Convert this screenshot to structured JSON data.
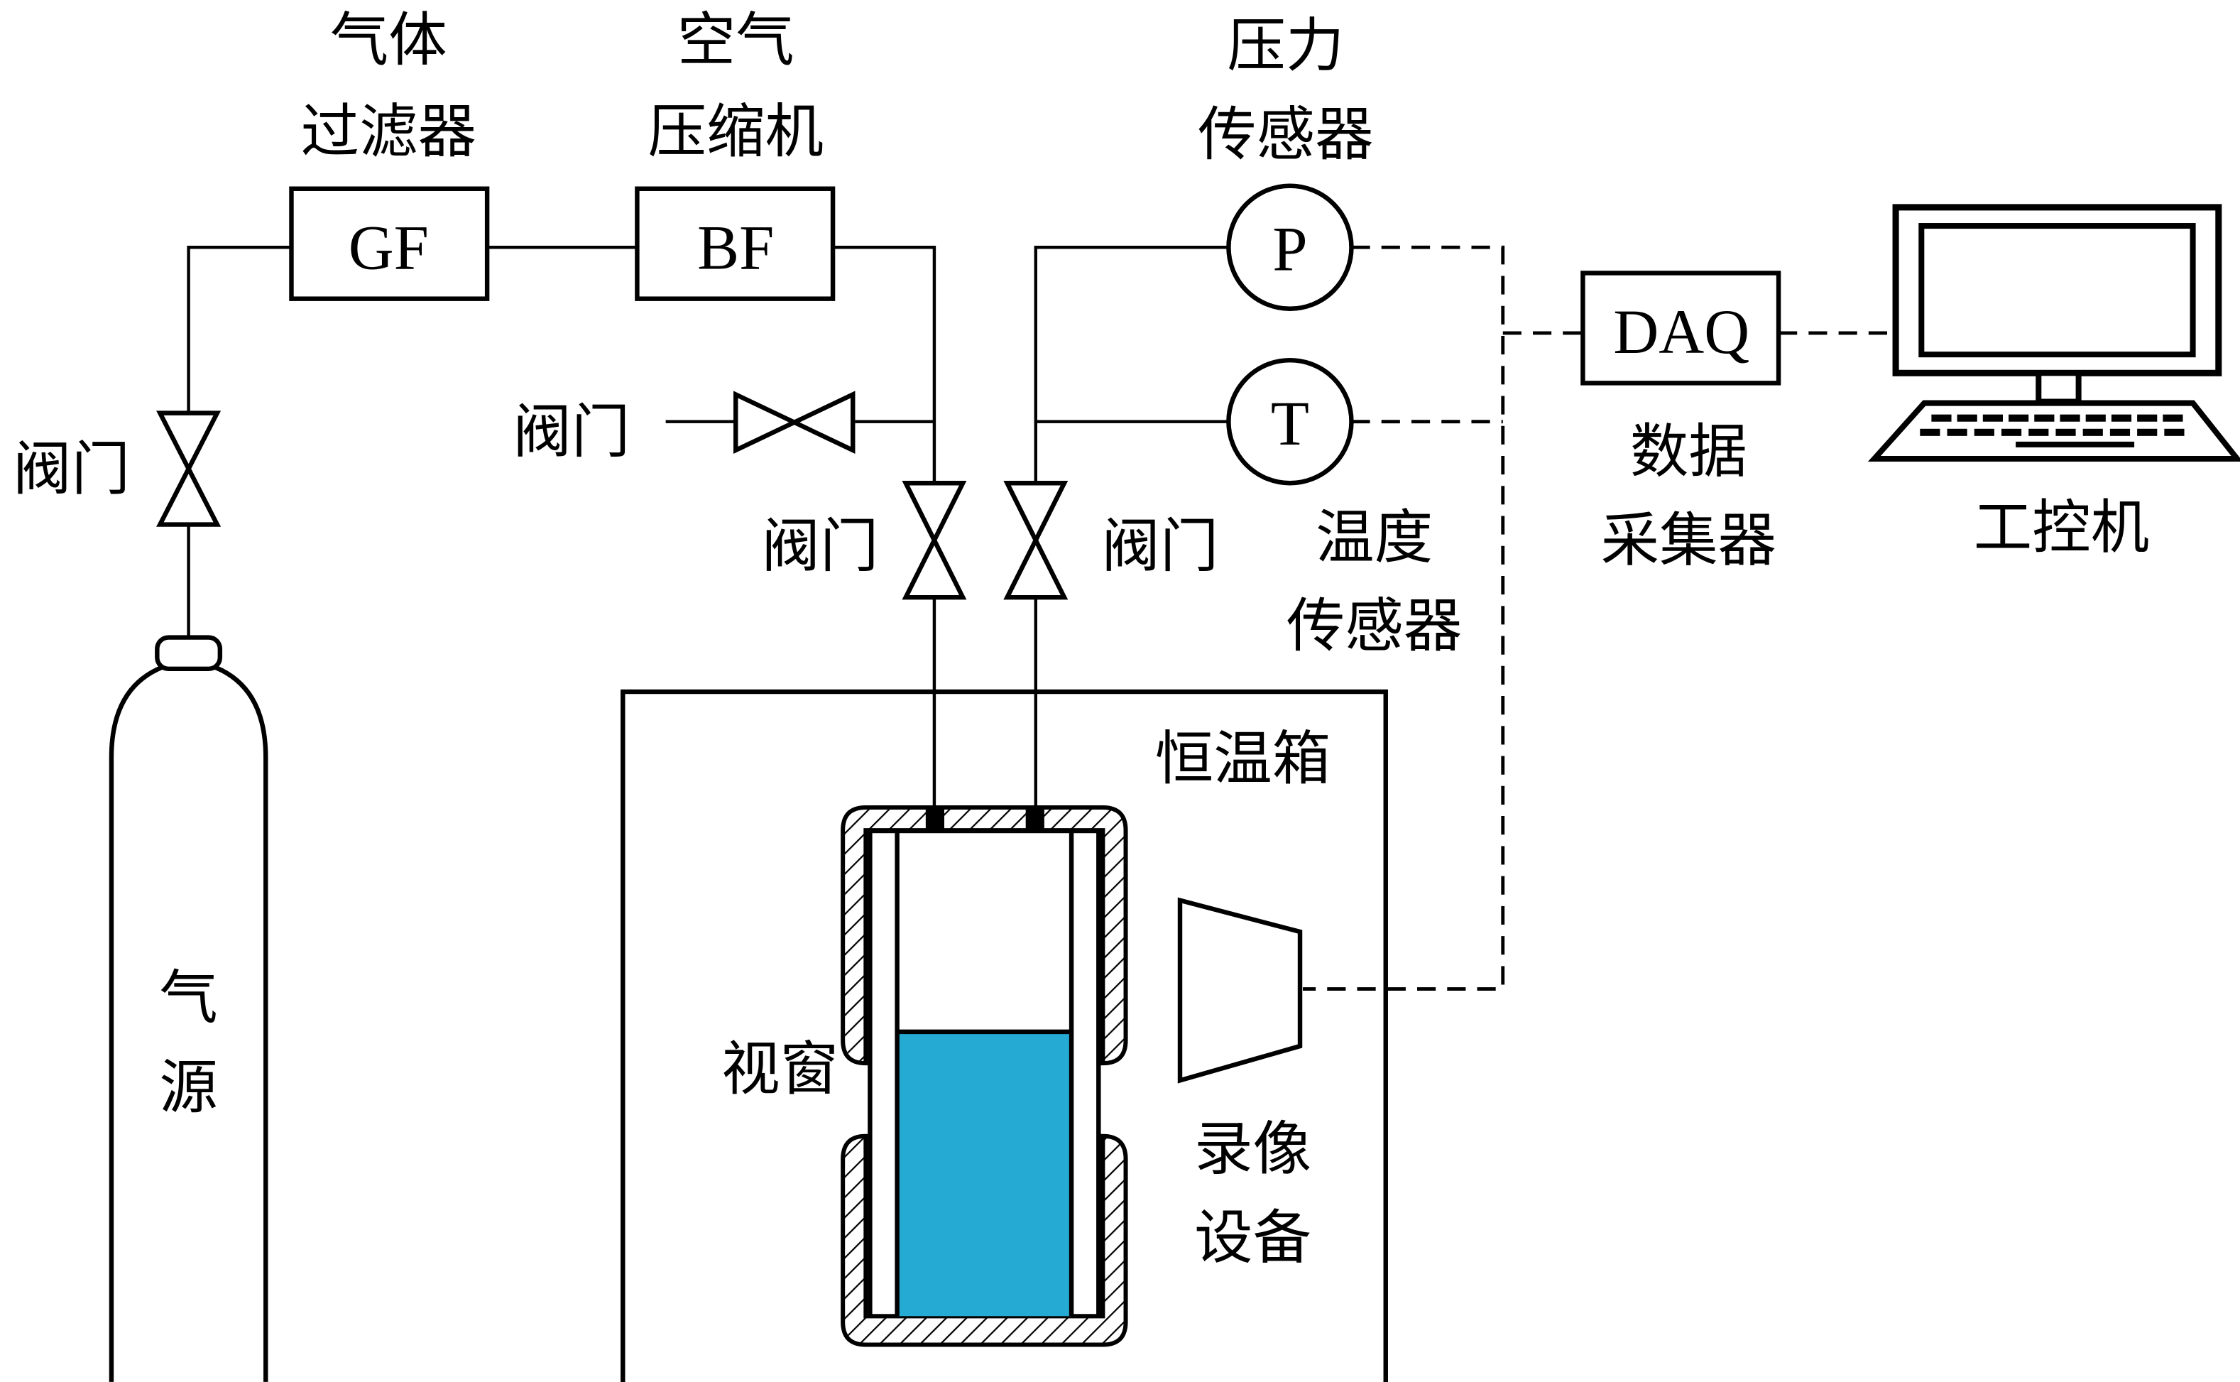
{
  "labels": {
    "gas_filter_line1": "气体",
    "gas_filter_line2": "过滤器",
    "gas_filter_abbr": "GF",
    "air_compressor_line1": "空气",
    "air_compressor_line2": "压缩机",
    "air_compressor_abbr": "BF",
    "pressure_sensor_line1": "压力",
    "pressure_sensor_line2": "传感器",
    "pressure_sensor_abbr": "P",
    "temperature_sensor_line1": "温度",
    "temperature_sensor_line2": "传感器",
    "temperature_sensor_abbr": "T",
    "daq_abbr": "DAQ",
    "daq_line1": "数据",
    "daq_line2": "采集器",
    "computer": "工控机",
    "valve_left": "阀门",
    "valve_vent": "阀门",
    "valve_inlet": "阀门",
    "valve_outlet": "阀门",
    "gas_source_line1": "气",
    "gas_source_line2": "源",
    "thermostat": "恒温箱",
    "view_window": "视窗",
    "camera_line1": "录像",
    "camera_line2": "设备"
  },
  "colors": {
    "liquid": "#25AAD3",
    "line": "#000000",
    "background": "#FFFFFF"
  }
}
